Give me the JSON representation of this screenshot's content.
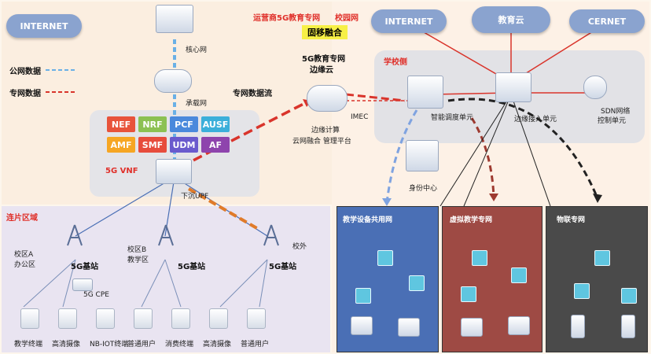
{
  "regions": {
    "operator": "运营商5G教育专网",
    "campus": "校园网",
    "district": "连片区域",
    "school_side": "学校侧"
  },
  "badge": "固移融合",
  "clouds": {
    "internet_left": "INTERNET",
    "internet_right": "INTERNET",
    "edu_cloud": "教育云",
    "cernet": "CERNET"
  },
  "nodes": {
    "core": "核心网",
    "bearer": "承载网",
    "edge_cloud_line1": "5G教育专网",
    "edge_cloud_line2": "边缘云",
    "vnf": "5G VNF",
    "upf": "下沉UPF",
    "imec": "IMEC",
    "edge_compute_1": "边缘计算",
    "edge_compute_2": "云网融合  管理平台",
    "smart_sched": "智能调度单元",
    "edge_access": "边缘接入单元",
    "sdn_1": "SDN网络",
    "sdn_2": "控制单元",
    "identity": "身份中心",
    "private_flow": "专网数据流"
  },
  "legend": {
    "public": "公网数据",
    "private": "专网数据"
  },
  "nf_units": [
    {
      "label": "NEF",
      "color": "#e8533b"
    },
    {
      "label": "NRF",
      "color": "#8cc152"
    },
    {
      "label": "PCF",
      "color": "#4a89dc"
    },
    {
      "label": "AUSF",
      "color": "#3bafda"
    },
    {
      "label": "AMF",
      "color": "#f6a623"
    },
    {
      "label": "SMF",
      "color": "#e74c3c"
    },
    {
      "label": "UDM",
      "color": "#6a5acd"
    },
    {
      "label": "AF",
      "color": "#8e44ad"
    }
  ],
  "stations": {
    "a_site": "校区A\n办公区",
    "b_site": "校区B\n教学区",
    "outside": "校外",
    "bs": "5G基站",
    "cpe": "5G CPE"
  },
  "terminals": [
    "教学终端",
    "高清摄像",
    "NB-IOT终端",
    "普通用户",
    "消费终端",
    "高清摄像",
    "普通用户"
  ],
  "nets": {
    "teaching": "教学设备共用网",
    "virtual": "虚拟教学专网",
    "iot": "物联专网"
  },
  "colors": {
    "teaching_bg": "#4a6fb5",
    "virtual_bg": "#9e4a44",
    "iot_bg": "#4a4a4a"
  }
}
